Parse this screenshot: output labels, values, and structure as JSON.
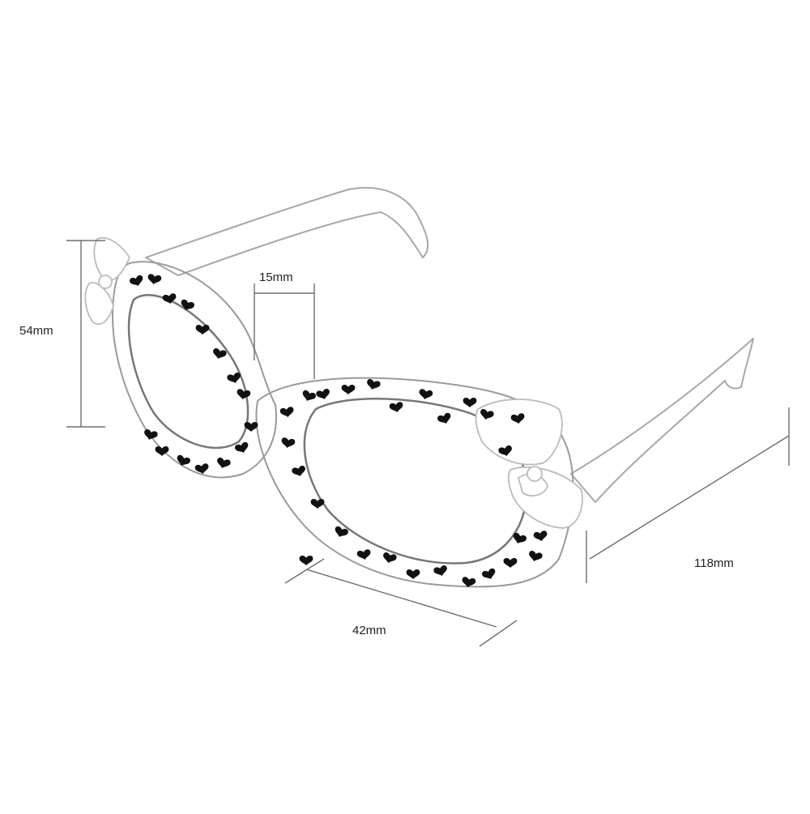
{
  "dimensions": {
    "frame_height": "54mm",
    "bridge_width": "15mm",
    "lens_width": "42mm",
    "temple_length": "118mm"
  },
  "colors": {
    "pattern": "#111111",
    "outline": "#9a9a9a",
    "dimension_line": "#6e6e6e",
    "background": "#ffffff"
  },
  "pattern": {
    "shape": "heart-icon"
  }
}
